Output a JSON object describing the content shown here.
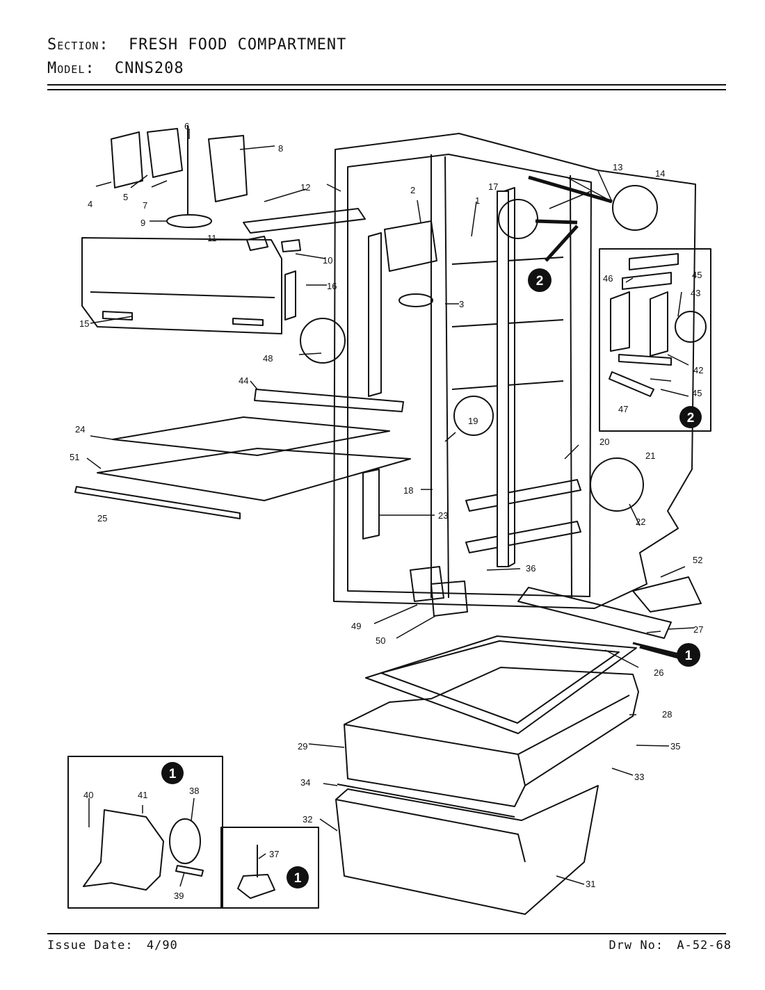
{
  "header": {
    "section_label": "Section:",
    "section_value": "FRESH FOOD COMPARTMENT",
    "model_label": "Model:",
    "model_value": "CNNS208"
  },
  "footer": {
    "issue_label": "Issue Date:",
    "issue_value": "4/90",
    "drawing_label": "Drw No:",
    "drawing_value": "A-52-68"
  },
  "callouts": {
    "one": "1",
    "two": "2"
  },
  "part_labels": [
    "1",
    "2",
    "3",
    "4",
    "5",
    "6",
    "7",
    "8",
    "9",
    "10",
    "11",
    "12",
    "13",
    "14",
    "15",
    "16",
    "17",
    "18",
    "19",
    "20",
    "21",
    "22",
    "23",
    "24",
    "25",
    "26",
    "27",
    "28",
    "29",
    "31",
    "32",
    "33",
    "34",
    "35",
    "36",
    "37",
    "38",
    "39",
    "40",
    "41",
    "42",
    "43",
    "44",
    "45",
    "46",
    "47",
    "48",
    "49",
    "50",
    "51",
    "52"
  ],
  "colors": {
    "ink": "#111111",
    "paper": "#ffffff"
  }
}
